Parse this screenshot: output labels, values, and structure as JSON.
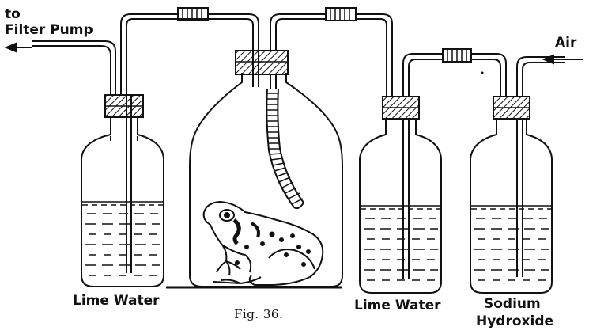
{
  "labels": {
    "to_line1": "to",
    "to_line2": "Filter Pump",
    "air": "Air",
    "lime_water_left": "Lime Water",
    "lime_water_right": "Lime Water",
    "sodium_line1": "Sodium",
    "sodium_line2": "Hydroxide",
    "caption": "Fig. 36."
  },
  "colors": {
    "ink": "#111111",
    "paper": "#ffffff"
  }
}
